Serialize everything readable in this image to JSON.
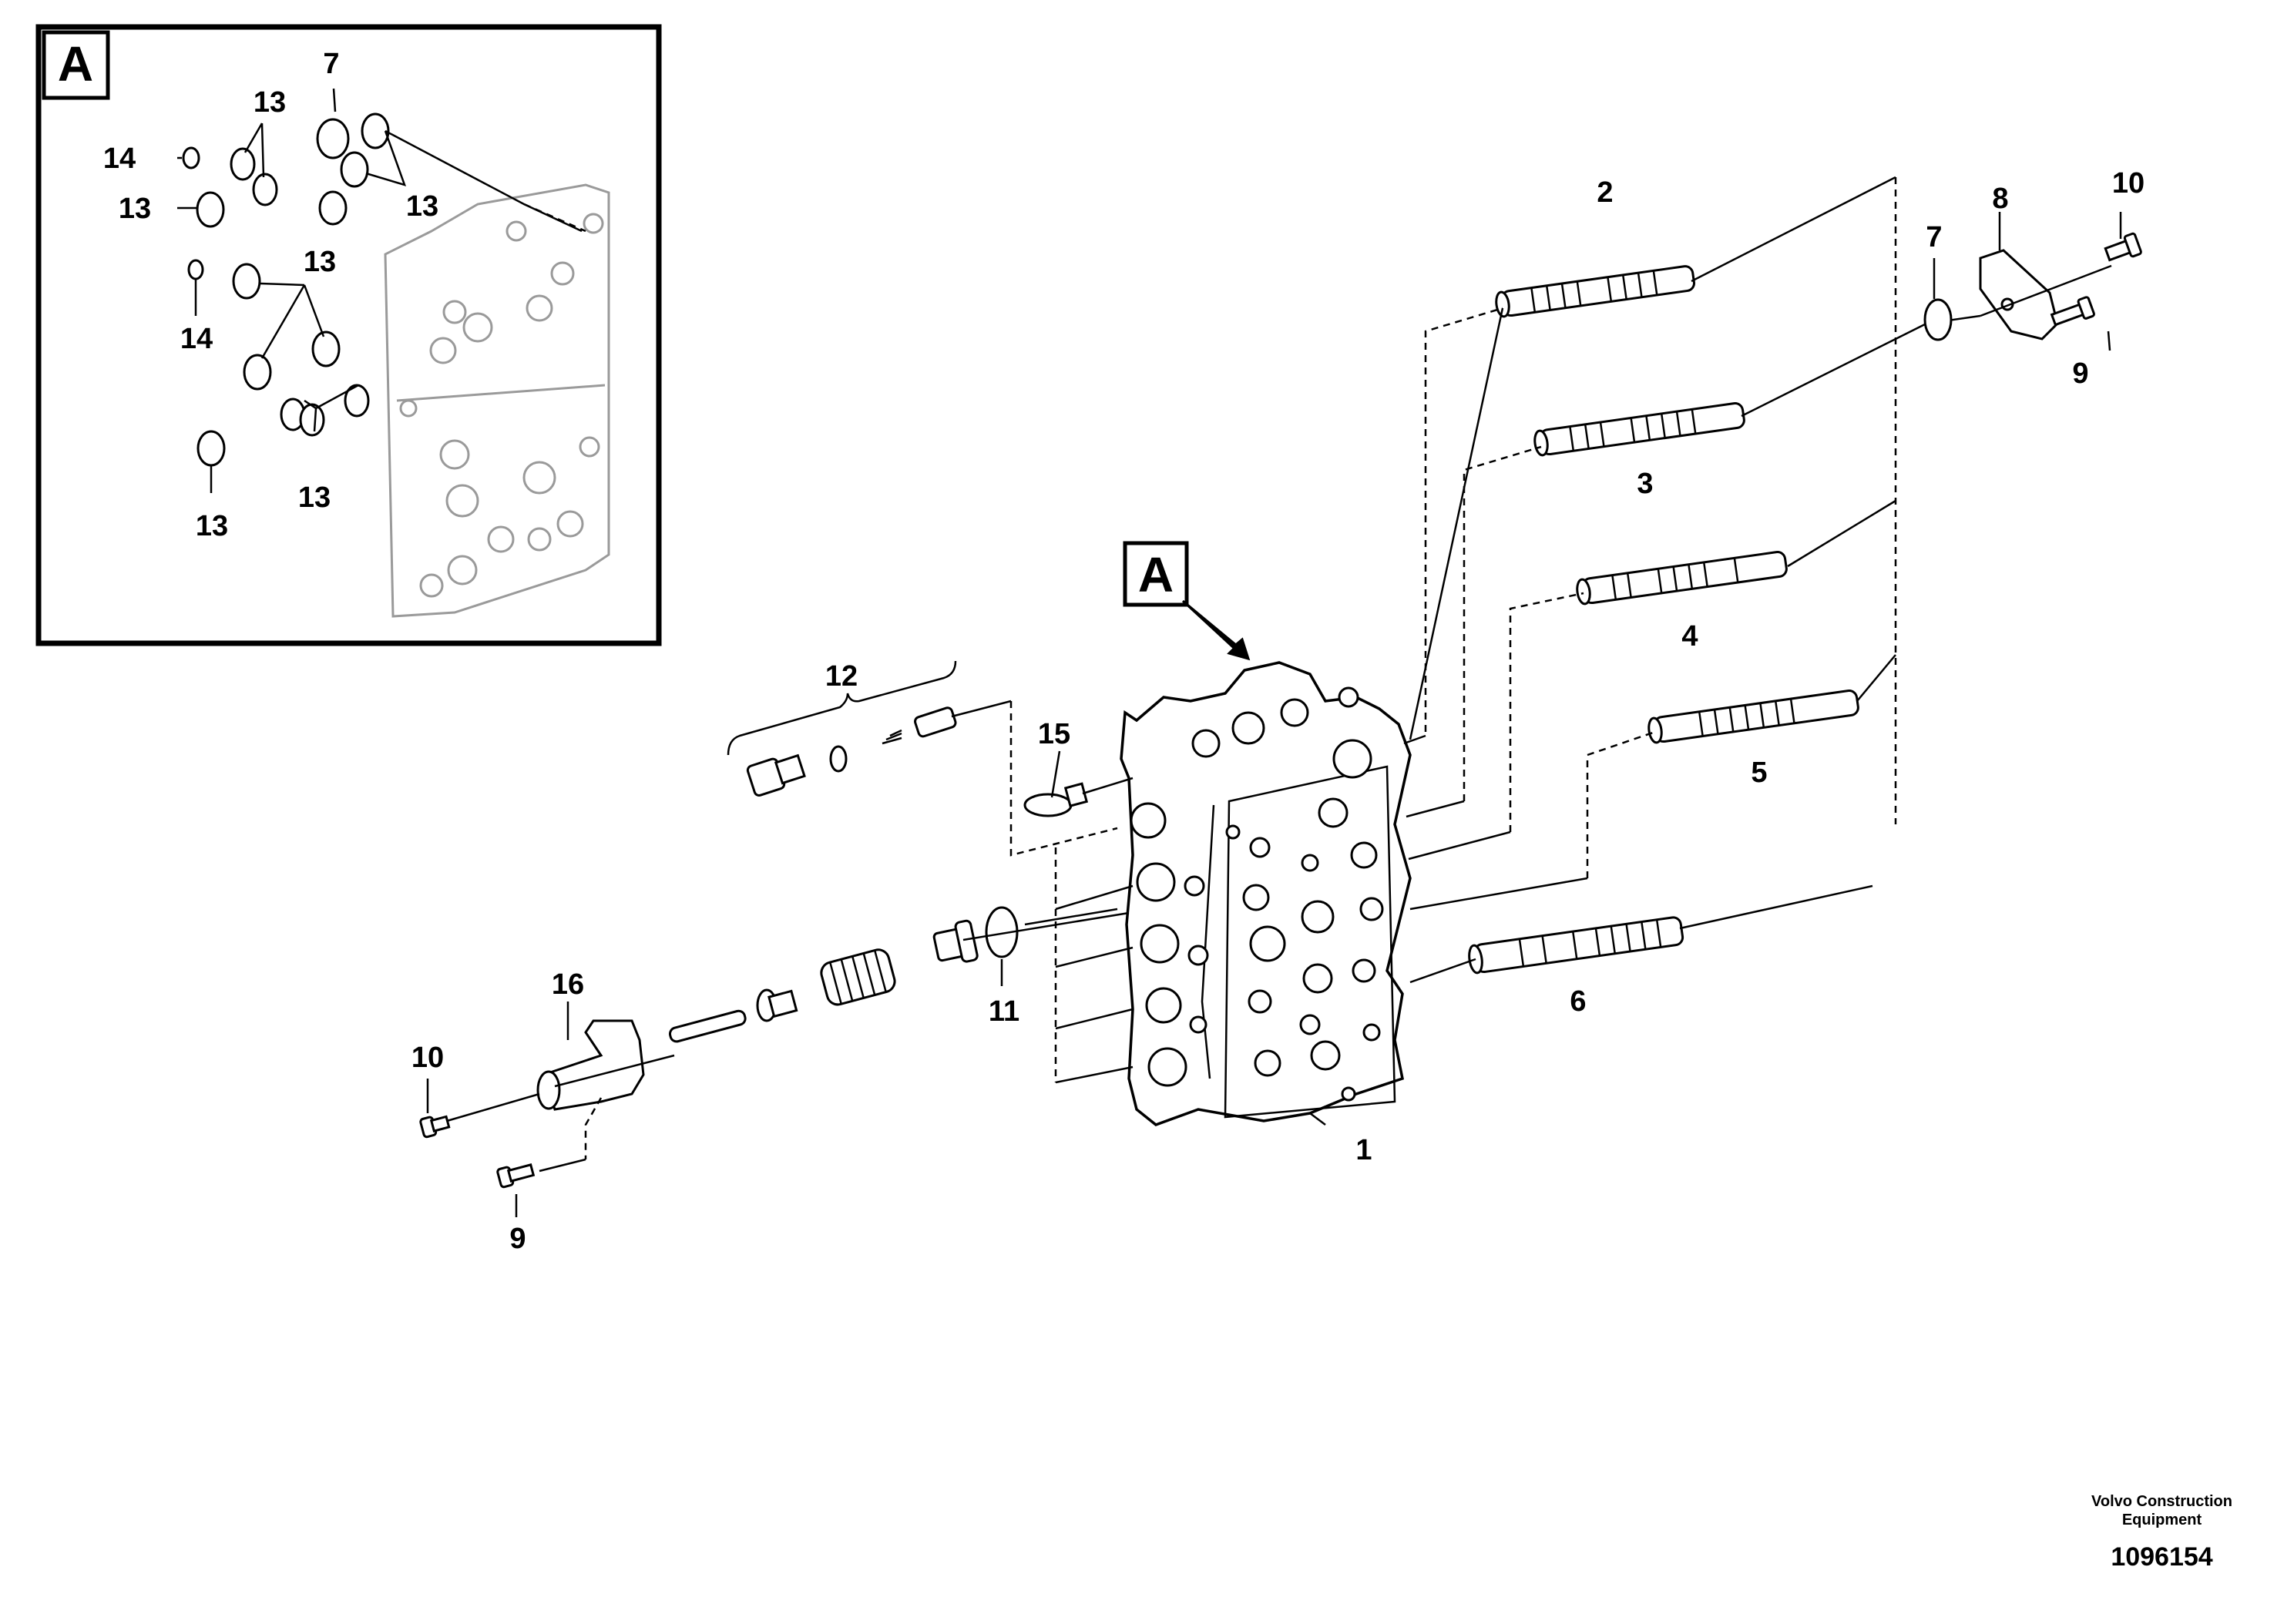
{
  "diagram": {
    "inset": {
      "label": "A",
      "callouts": [
        "7",
        "13",
        "14",
        "13",
        "13",
        "13",
        "14",
        "13",
        "13"
      ]
    },
    "main_callout": "A",
    "part_numbers": [
      "1",
      "2",
      "3",
      "4",
      "5",
      "6",
      "7",
      "8",
      "9",
      "10",
      "11",
      "12",
      "15",
      "16",
      "10",
      "9"
    ]
  },
  "footer": {
    "brand_line1": "Volvo Construction",
    "brand_line2": "Equipment",
    "doc_number": "1096154"
  }
}
